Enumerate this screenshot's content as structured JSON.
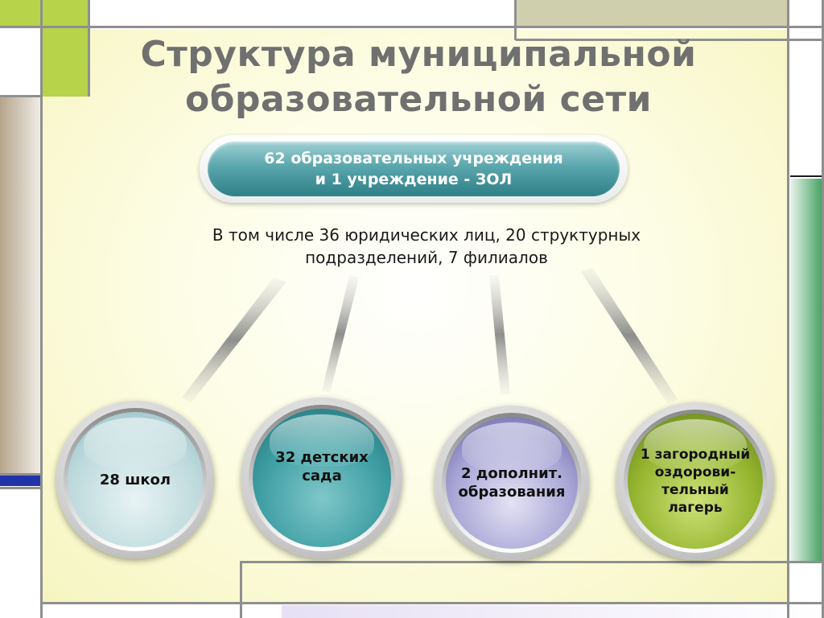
{
  "title": {
    "line1": "Структура муниципальной",
    "line2": "образовательной сети"
  },
  "pill": {
    "line1": "62 образовательных учреждения",
    "line2": "и 1 учреждение - ЗОЛ"
  },
  "subtitle": {
    "line1": "В том числе 36 юридических лиц, 20 структурных",
    "line2": "подразделений, 7 филиалов"
  },
  "circles": [
    {
      "lines": [
        "28 школ"
      ],
      "color": "#bcd9dc"
    },
    {
      "lines": [
        "32 детских",
        "сада"
      ],
      "color": "#3e9ea3"
    },
    {
      "lines": [
        "2 дополнит.",
        "образования"
      ],
      "color": "#a9a6d6"
    },
    {
      "lines": [
        "1 загородный",
        "оздорови-",
        "тельный",
        "лагерь"
      ],
      "color": "#95b52f"
    }
  ],
  "colors": {
    "title": "#707070",
    "pill_fill": "#5aa6ad",
    "panel_edge": "#f6f5c0",
    "accent_green": "#b6d34a",
    "accent_khaki": "#cfcfae",
    "accent_tan": "#b8aa92",
    "accent_green_dark": "#3e9e5a",
    "accent_blue": "#2233aa",
    "accent_lavender": "#e6e0f5"
  }
}
